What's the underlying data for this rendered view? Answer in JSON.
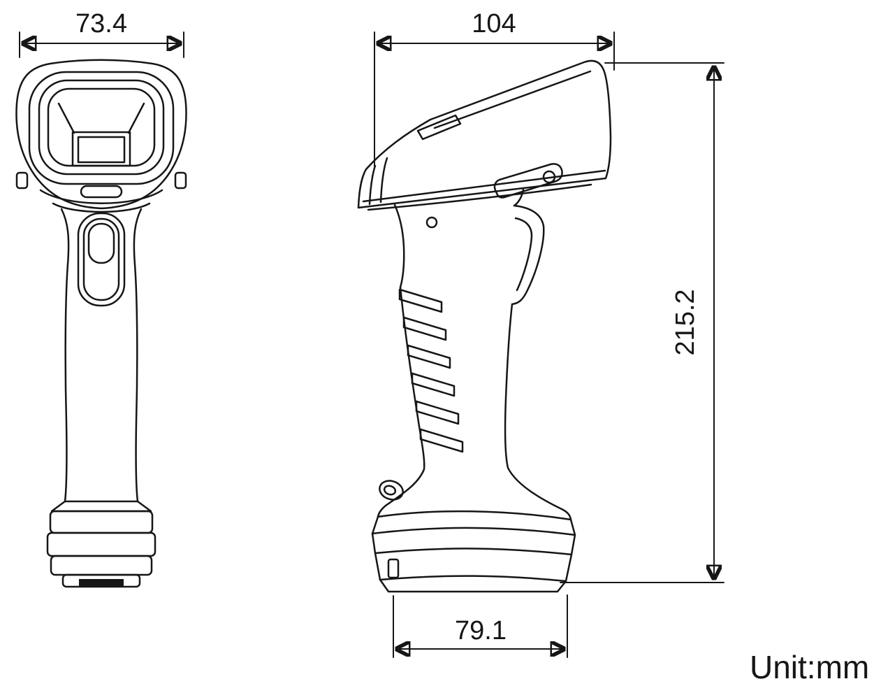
{
  "page": {
    "background": "#ffffff",
    "line_color": "#161616"
  },
  "drawing": {
    "front_view": {
      "width_dim": "73.4"
    },
    "side_view": {
      "length_dim": "104",
      "height_dim": "215.2",
      "base_dim": "79.1"
    },
    "unit_label": "Unit:mm"
  }
}
